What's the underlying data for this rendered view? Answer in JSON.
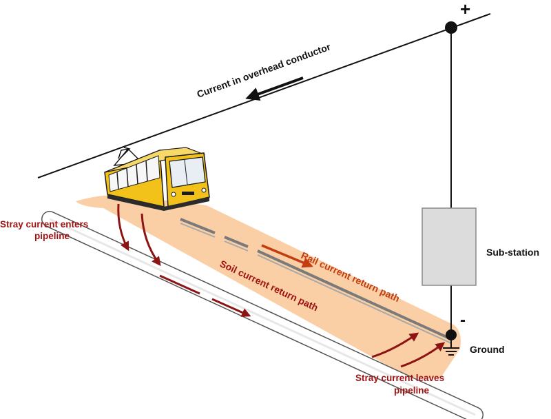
{
  "labels": {
    "plus": "+",
    "minus": "-",
    "overhead": "Current in overhead conductor",
    "substation": "Sub-station",
    "ground": "Ground",
    "rail_return": "Rail current return path",
    "soil_return": "Soil current return path",
    "stray_enters_1": "Stray current enters",
    "stray_enters_2": "pipeline",
    "stray_leaves_1": "Stray current leaves",
    "stray_leaves_2": "pipeline"
  },
  "colors": {
    "soil": "#fbcfa6",
    "rail": "#7a7a7a",
    "tram_body": "#f2c21a",
    "substation_box": "#dcdcdc",
    "stray_arrow": "#8e1414",
    "rail_arrow": "#c33d12",
    "wire": "#111111"
  },
  "icons": {
    "tram": "tram-icon",
    "ground": "ground-symbol-icon"
  }
}
